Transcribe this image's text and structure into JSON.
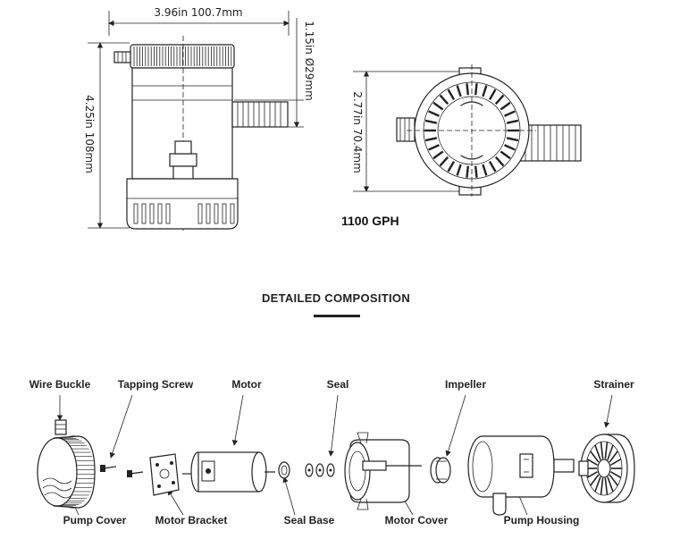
{
  "dimensions": {
    "width_label": "3.96in  100.7mm",
    "height_label": "4.25in  108mm",
    "outlet_label": "1.15in  Ø29mm",
    "side_label": "2.77in  70.4mm"
  },
  "model": "1100 GPH",
  "section_title": "DETAILED COMPOSITION",
  "parts_top": [
    {
      "label": "Wire Buckle"
    },
    {
      "label": "Tapping Screw"
    },
    {
      "label": "Motor"
    },
    {
      "label": "Seal"
    },
    {
      "label": "Impeller"
    },
    {
      "label": "Strainer"
    }
  ],
  "parts_bottom": [
    {
      "label": "Pump Cover"
    },
    {
      "label": "Motor Bracket"
    },
    {
      "label": "Seal Base"
    },
    {
      "label": "Motor Cover"
    },
    {
      "label": "Pump Housing"
    }
  ]
}
